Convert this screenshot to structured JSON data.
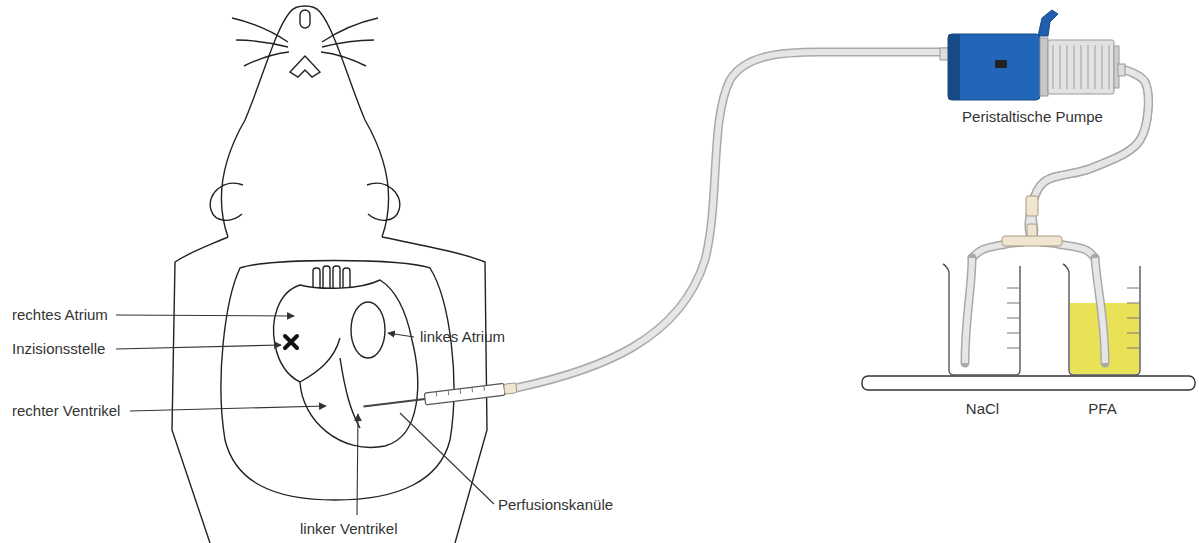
{
  "diagram": {
    "nodes": [
      {
        "text": [
          "Peristaltische Pumpe"
        ]
      },
      {
        "text": [
          "NaCl"
        ]
      },
      {
        "text": [
          "PFA"
        ]
      }
    ],
    "edges": [
      {
        "from": 0,
        "to": 1,
        "arrow": "none"
      },
      {
        "from": 0,
        "to": 2,
        "arrow": "none"
      }
    ],
    "labels": [
      "rechtes Atrium",
      "Inzisionsstelle",
      "linkes Atrium",
      "rechter Ventrikel",
      "Perfusionskanüle",
      "linker Ventrikel"
    ]
  }
}
